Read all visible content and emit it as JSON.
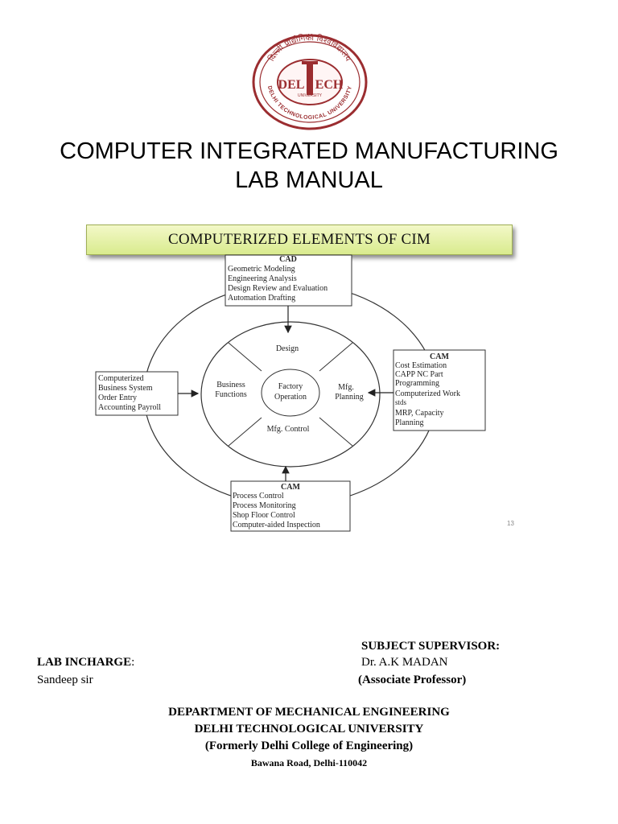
{
  "logo": {
    "hindi_top": "दिल्ली प्रौद्योगिकी विश्वविद्यालय",
    "name_left": "DEL",
    "name_right": "ECH",
    "sub": "UNIVERSITY",
    "ring_text": "DELHI TECHNOLOGICAL UNIVERSITY"
  },
  "title_line1": "COMPUTER INTEGRATED MANUFACTURING",
  "title_line2": "LAB MANUAL",
  "diagram": {
    "banner": "COMPUTERIZED ELEMENTS OF CIM",
    "cad_box": {
      "heading": "CAD",
      "lines": [
        "Geometric Modeling",
        "Engineering Analysis",
        "Design Review and Evaluation",
        "Automation Drafting"
      ]
    },
    "cam_right_box": {
      "heading": "CAM",
      "lines": [
        "Cost Estimation",
        "CAPP NC Part",
        "Programming",
        "Computerized Work",
        "stds",
        "MRP, Capacity",
        "Planning"
      ]
    },
    "business_box": {
      "lines": [
        "Computerized",
        "Business System",
        "Order Entry",
        "Accounting Payroll"
      ]
    },
    "cam_bottom_box": {
      "heading": "CAM",
      "lines": [
        "Process Control",
        "Process Monitoring",
        "Shop Floor Control",
        "Computer-aided Inspection"
      ]
    },
    "segments": {
      "top": "Design",
      "right_1": "Mfg.",
      "right_2": "Planning",
      "bottom": "Mfg. Control",
      "left_1": "Business",
      "left_2": "Functions"
    },
    "center_1": "Factory",
    "center_2": "Operation",
    "page_number": "13"
  },
  "supervisor": {
    "heading": "SUBJECT SUPERVISOR:",
    "name": "Dr. A.K MADAN",
    "designation": "(Associate Professor)"
  },
  "incharge": {
    "heading": "LAB INCHARGE",
    "colon": ":",
    "name": "Sandeep sir"
  },
  "footer": {
    "department": "DEPARTMENT OF MECHANICAL ENGINEERING",
    "university": "DELHI TECHNOLOGICAL UNIVERSITY",
    "former": "(Formerly Delhi College of Engineering)",
    "address": "Bawana Road, Delhi-110042"
  }
}
